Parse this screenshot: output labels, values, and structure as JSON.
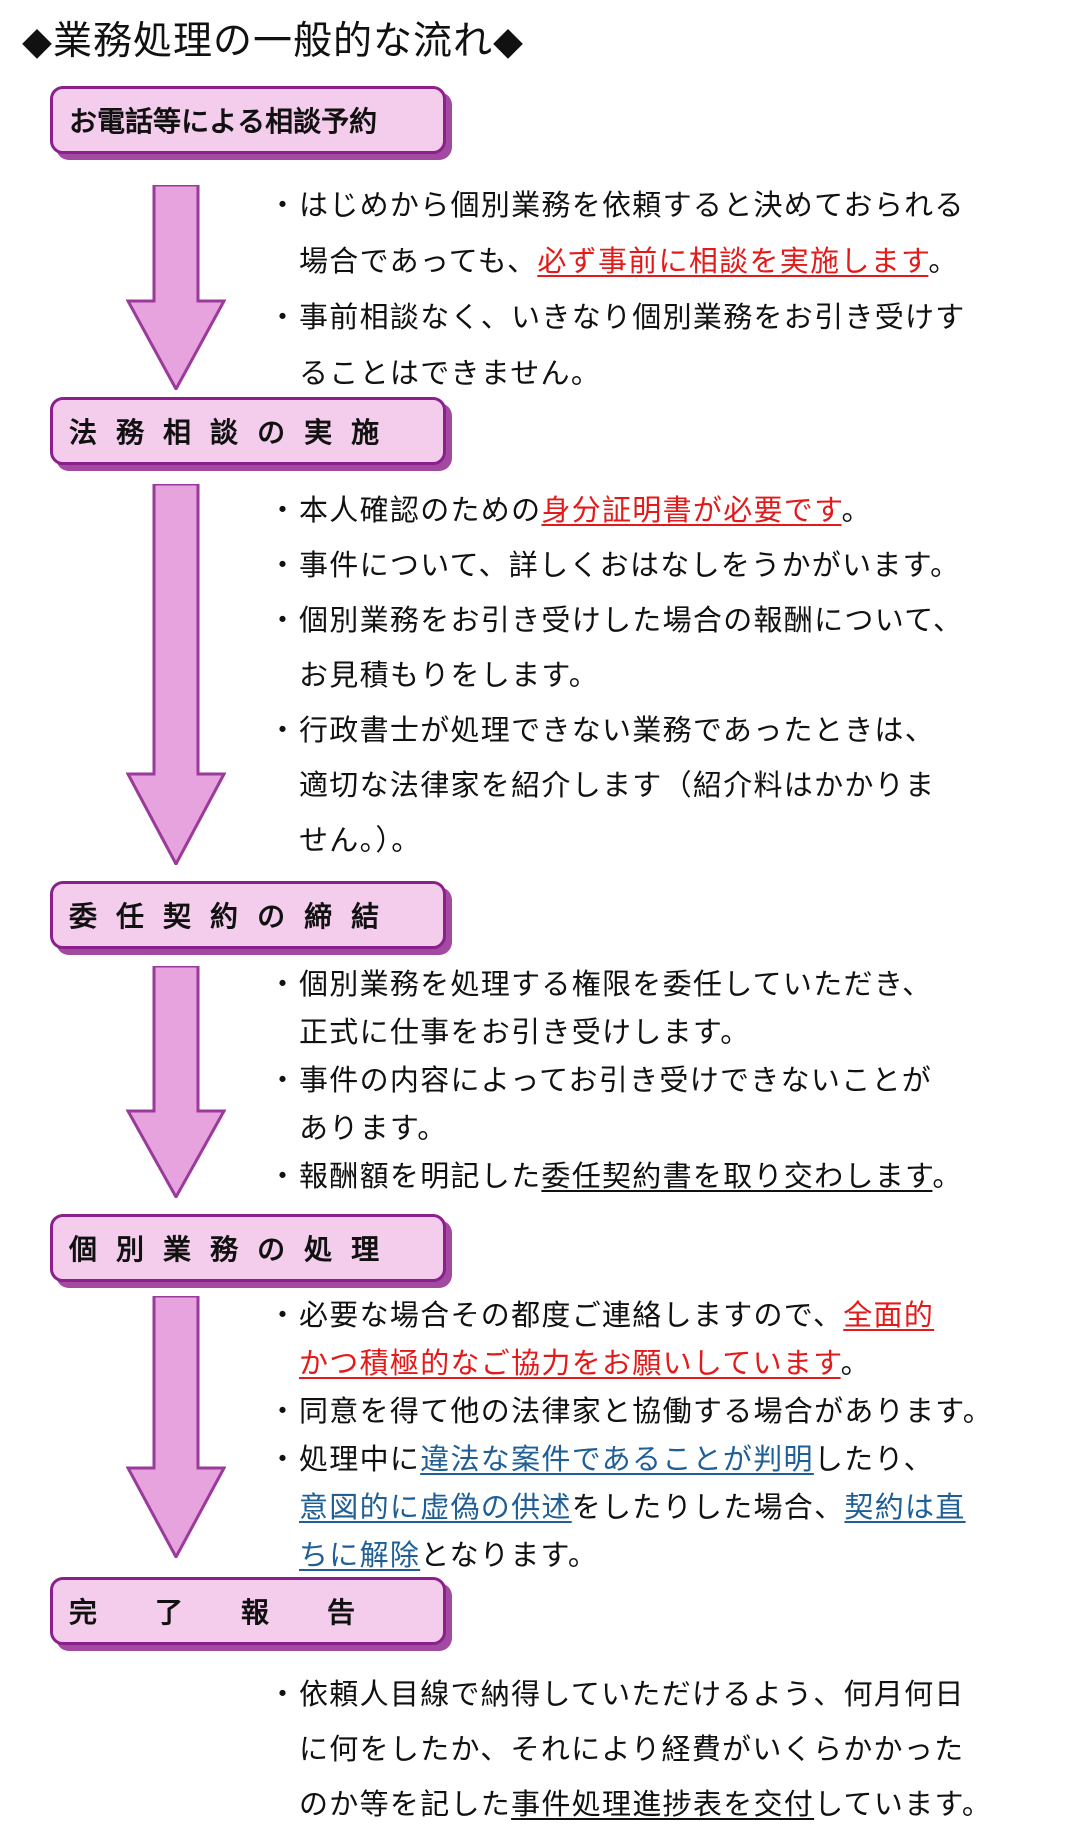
{
  "title": "◆業務処理の一般的な流れ◆",
  "bullet": "・",
  "colors": {
    "step_fill": "#f4cdec",
    "step_border": "#8b1f8b",
    "arrow_fill": "#e6a3dd",
    "arrow_stroke": "#9a3a9a",
    "red": "#e31a1a",
    "blue": "#1f5f96"
  },
  "steps": [
    {
      "label": "お電話等による相談予約"
    },
    {
      "label": "法務相談の実施"
    },
    {
      "label": "委任契約の締結"
    },
    {
      "label": "個別業務の処理"
    },
    {
      "label": "完了報告"
    }
  ],
  "sections": [
    {
      "items": [
        [
          {
            "t": "はじめから個別業務を依頼すると決めておられる"
          },
          {
            "t": "場合であっても、"
          },
          {
            "t": "必ず事前に相談を実施します",
            "c": "red"
          },
          {
            "t": "。"
          }
        ],
        [
          {
            "t": "事前相談なく、いきなり個別業務をお引き受けす"
          },
          {
            "t": "ることはできません。"
          }
        ]
      ]
    },
    {
      "items": [
        [
          {
            "t": "本人確認のための"
          },
          {
            "t": "身分証明書が必要です",
            "c": "red"
          },
          {
            "t": "。"
          }
        ],
        [
          {
            "t": "事件について、詳しくおはなしをうかがいます。"
          }
        ],
        [
          {
            "t": "個別業務をお引き受けした場合の報酬について、"
          },
          {
            "t": "お見積もりをします。"
          }
        ],
        [
          {
            "t": "行政書士が処理できない業務であったときは、"
          },
          {
            "t": "適切な法律家を紹介します（紹介料はかかりま"
          },
          {
            "t": "せん。）。"
          }
        ]
      ]
    },
    {
      "items": [
        [
          {
            "t": "個別業務を処理する権限を委任していただき、"
          },
          {
            "t": "正式に仕事をお引き受けします。"
          }
        ],
        [
          {
            "t": "事件の内容によってお引き受けできないことが"
          },
          {
            "t": "あります。"
          }
        ],
        [
          {
            "t": "報酬額を明記した"
          },
          {
            "t": "委任契約書を取り交わします",
            "c": "black"
          },
          {
            "t": "。"
          }
        ]
      ]
    },
    {
      "items": [
        [
          {
            "t": "必要な場合その都度ご連絡しますので、"
          },
          {
            "t": "全面的",
            "c": "red"
          },
          {
            "t": "かつ積極的なご協力をお願いしています",
            "c": "red"
          },
          {
            "t": "。"
          }
        ],
        [
          {
            "t": "同意を得て他の法律家と協働する場合があります。"
          }
        ],
        [
          {
            "t": "処理中に"
          },
          {
            "t": "違法な案件であることが判明",
            "c": "blue"
          },
          {
            "t": "したり、"
          },
          {
            "t": "意図的に虚偽の供述",
            "c": "blue"
          },
          {
            "t": "をしたりした場合、"
          },
          {
            "t": "契約は直",
            "c": "blue"
          },
          {
            "t": "ちに解除",
            "c": "blue"
          },
          {
            "t": "となります。"
          }
        ]
      ]
    },
    {
      "items": [
        [
          {
            "t": "依頼人目線で納得していただけるよう、何月何日"
          },
          {
            "t": "に何をしたか、それにより経費がいくらかかった"
          },
          {
            "t": "のか等を記した"
          },
          {
            "t": "事件処理進捗表を交付",
            "c": "black"
          },
          {
            "t": "しています。"
          }
        ]
      ]
    }
  ]
}
